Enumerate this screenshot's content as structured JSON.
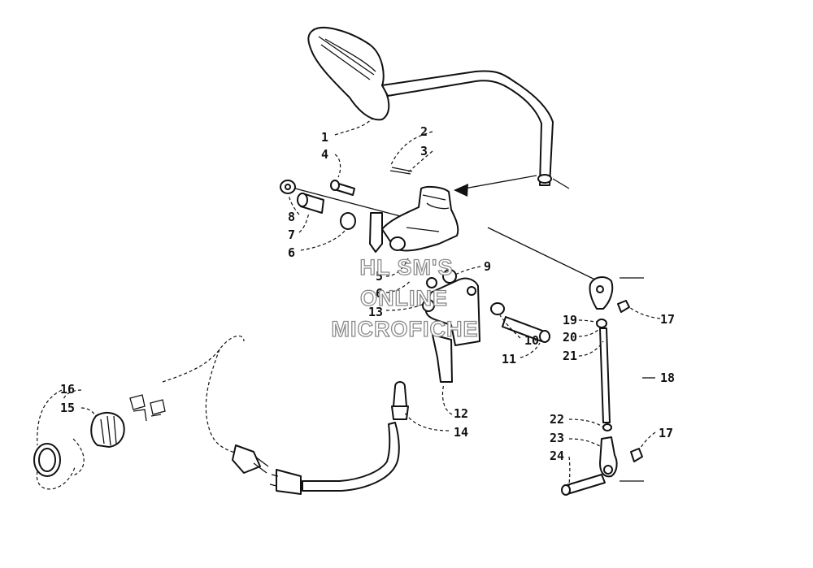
{
  "watermark": {
    "line1": "HL SM'S",
    "line2": "ONLINE",
    "line3": "MICROFICHE"
  },
  "callouts": [
    {
      "id": "c1",
      "label": "1"
    },
    {
      "id": "c2",
      "label": "2"
    },
    {
      "id": "c3",
      "label": "3"
    },
    {
      "id": "c4",
      "label": "4"
    },
    {
      "id": "c5",
      "label": "5"
    },
    {
      "id": "c6a",
      "label": "6"
    },
    {
      "id": "c6b",
      "label": "6"
    },
    {
      "id": "c7",
      "label": "7"
    },
    {
      "id": "c8",
      "label": "8"
    },
    {
      "id": "c9",
      "label": "9"
    },
    {
      "id": "c10",
      "label": "10"
    },
    {
      "id": "c11",
      "label": "11"
    },
    {
      "id": "c12",
      "label": "12"
    },
    {
      "id": "c13",
      "label": "13"
    },
    {
      "id": "c14",
      "label": "14"
    },
    {
      "id": "c15",
      "label": "15"
    },
    {
      "id": "c16",
      "label": "16"
    },
    {
      "id": "c17a",
      "label": "17"
    },
    {
      "id": "c17b",
      "label": "17"
    },
    {
      "id": "c18",
      "label": "18"
    },
    {
      "id": "c19",
      "label": "19"
    },
    {
      "id": "c20",
      "label": "20"
    },
    {
      "id": "c21",
      "label": "21"
    },
    {
      "id": "c22",
      "label": "22"
    },
    {
      "id": "c23",
      "label": "23"
    },
    {
      "id": "c24",
      "label": "24"
    }
  ]
}
